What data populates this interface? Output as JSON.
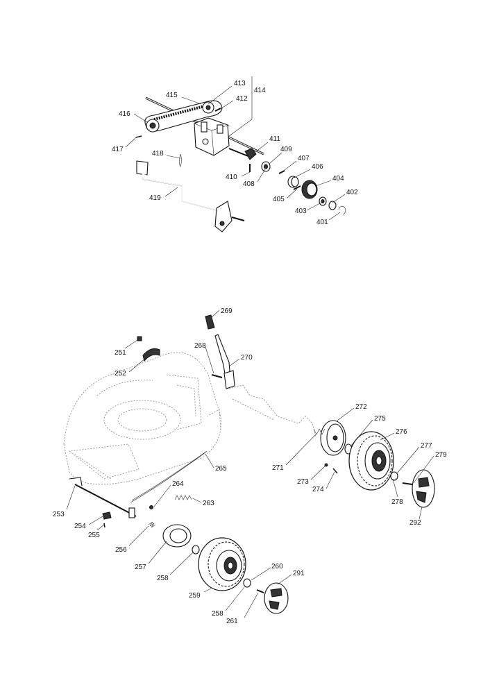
{
  "upper_assembly": {
    "labels": [
      "413",
      "415",
      "414",
      "412",
      "416",
      "417",
      "411",
      "409",
      "418",
      "407",
      "406",
      "410",
      "408",
      "404",
      "402",
      "419",
      "405",
      "403",
      "401"
    ]
  },
  "lower_assembly": {
    "labels": [
      "269",
      "268",
      "251",
      "270",
      "252",
      "272",
      "275",
      "276",
      "277",
      "279",
      "271",
      "265",
      "264",
      "263",
      "273",
      "274",
      "278",
      "292",
      "253",
      "254",
      "255",
      "256",
      "257",
      "258",
      "260",
      "291",
      "259",
      "258",
      "261"
    ]
  }
}
